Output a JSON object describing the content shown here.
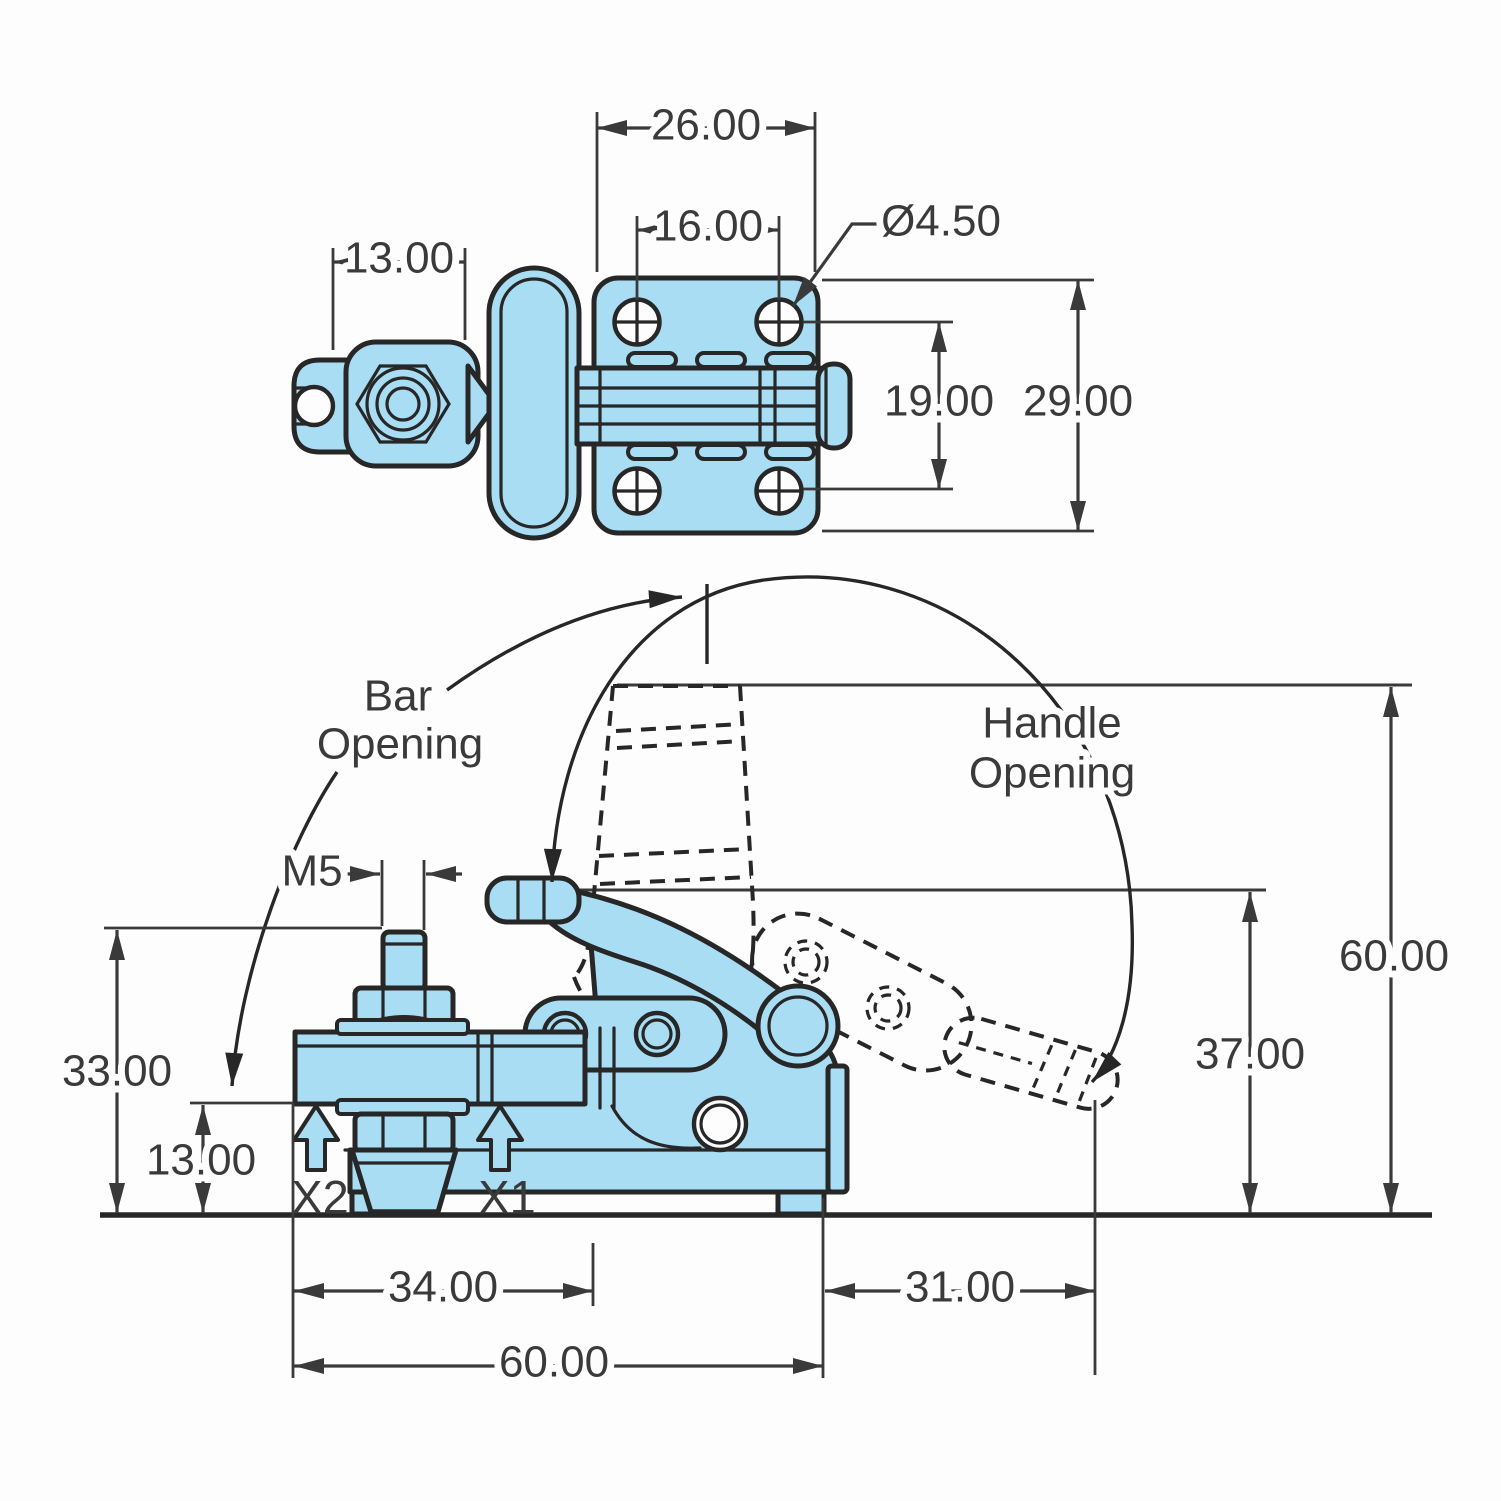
{
  "drawing": {
    "colors": {
      "part_fill": "#a9ddf3",
      "outline": "#272727",
      "dimension": "#3a3a3a",
      "background": "#fdfdfd"
    },
    "top_view": {
      "dim_mount_hole_span": "26.00",
      "dim_hole_pitch_horizontal": "16.00",
      "dim_hole_diameter": "Ø4.50",
      "dim_swivel_block_width": "13.00",
      "dim_hole_pitch_vertical": "19.00",
      "dim_base_plate_depth": "29.00"
    },
    "side_view": {
      "dim_spindle_thread": "M5",
      "dim_height_to_bar_top": "33.00",
      "dim_height_to_bar_bottom": "13.00",
      "point_label_x2": "X2",
      "point_label_x1": "X1",
      "dim_bar_length": "34.00",
      "dim_overall_length": "60.00",
      "dim_handle_overhang": "31.00",
      "dim_handle_pivot_height": "37.00",
      "dim_open_height": "60.00",
      "annotation_bar_opening_line1": "Bar",
      "annotation_bar_opening_line2": "Opening",
      "annotation_handle_opening_line1": "Handle",
      "annotation_handle_opening_line2": "Opening"
    }
  }
}
